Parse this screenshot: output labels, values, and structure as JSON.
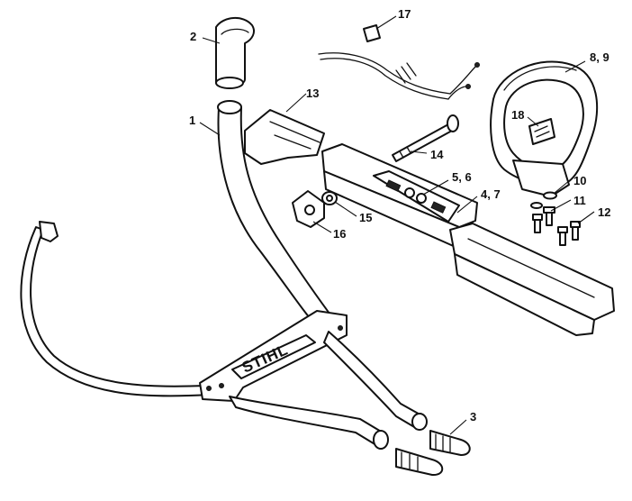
{
  "brand": "STIHL",
  "callouts": {
    "c1": "1",
    "c2": "2",
    "c3": "3",
    "c4": "4, 7",
    "c5": "5, 6",
    "c8": "8, 9",
    "c10": "10",
    "c11": "11",
    "c12": "12",
    "c13": "13",
    "c14": "14",
    "c15": "15",
    "c16": "16",
    "c17": "17",
    "c18": "18"
  }
}
